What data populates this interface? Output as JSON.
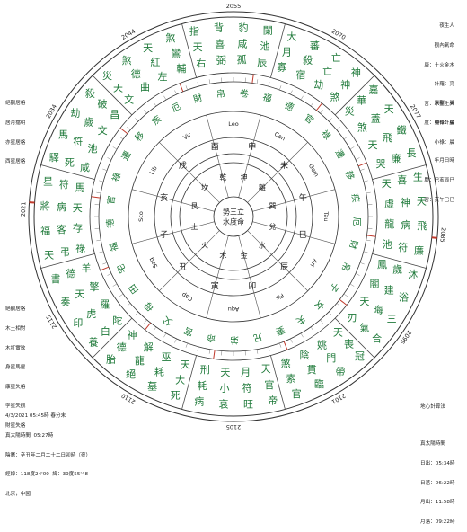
{
  "header_right": {
    "lines": [
      "夜生人",
      "觀內氣命",
      "康：土火金木",
      "計羅：亮",
      "宮：水星土火",
      "度：明合計星"
    ],
    "lines2": [
      "年月日時",
      "慶：巳亥辰巳",
      "宮：亥午巳巳"
    ]
  },
  "right_top_small": [
    "飛觀：晨",
    "疊祿：晨",
    "小祿：晨"
  ],
  "left_top": [
    "絕觀居格",
    "居月擋明",
    "亦星居格",
    "西星居格"
  ],
  "left_bottom": [
    "絕觀居格",
    "木土相對",
    "木打實軟",
    "身星馬居",
    "康星失格",
    "孛星失觀",
    "財星失格"
  ],
  "bottom_left": {
    "datetime": "4/3/2021 05:45時 春分末",
    "lines": [
      "真太陽時間  05:27時",
      "陰曆：辛丑年二月二十二日卯時（夜）",
      "經緯：118度24'00  緯：39度55'48",
      "北京，中國"
    ]
  },
  "bottom_right": {
    "title": "地心計算法",
    "subtitle": "真太陽時間",
    "rows": [
      "日出：05:34時",
      "日落：06:22時",
      "月出：11:58時",
      "月落：09:22時"
    ]
  },
  "years": [
    {
      "label": "2055",
      "angle": 0
    },
    {
      "label": "2070",
      "angle": 30
    },
    {
      "label": "2077",
      "angle": 60
    },
    {
      "label": "2085",
      "angle": 95
    },
    {
      "label": "2095",
      "angle": 125
    },
    {
      "label": "2101",
      "angle": 150
    },
    {
      "label": "2105",
      "angle": 180
    },
    {
      "label": "2110",
      "angle": 210
    },
    {
      "label": "2115",
      "angle": 240
    },
    {
      "label": "2021",
      "angle": 272
    },
    {
      "label": "2034",
      "angle": 300
    },
    {
      "label": "2044",
      "angle": 330
    }
  ],
  "outer_words": [
    "豹",
    "闌",
    "大",
    "蕃",
    "亡",
    "神",
    "嘉",
    "天",
    "鐵",
    "長",
    "生",
    "天",
    "飛",
    "廉",
    "沐",
    "浴",
    "三",
    "合",
    "冠",
    "帶",
    "臨",
    "官",
    "帝",
    "旺",
    "衰",
    "病",
    "死",
    "墓",
    "絕",
    "胎",
    "養",
    "印",
    "奏",
    "書",
    "天",
    "福",
    "將",
    "星",
    "驛",
    "馬",
    "劫",
    "殺",
    "災",
    "煞",
    "天",
    "煞",
    "指",
    "背",
    "咸",
    "池",
    "月",
    "殺",
    "亡",
    "神",
    "華",
    "蓋",
    "飛",
    "廉",
    "喜",
    "神",
    "病",
    "符",
    "歲",
    "建",
    "晦",
    "氣",
    "喪",
    "門",
    "貫",
    "索",
    "官",
    "符",
    "小",
    "耗",
    "大",
    "耗",
    "龍",
    "德",
    "白",
    "虎",
    "天",
    "德",
    "弔",
    "客",
    "病",
    "符",
    "死",
    "符",
    "歲",
    "破",
    "天",
    "德",
    "紅",
    "鸞",
    "天",
    "喜",
    "孤",
    "辰",
    "寡",
    "宿",
    "劫",
    "煞",
    "災",
    "煞",
    "天",
    "哭",
    "天",
    "虛",
    "龍",
    "池",
    "鳳",
    "閣",
    "天",
    "刃",
    "天",
    "姚",
    "陰",
    "煞",
    "天",
    "月",
    "天",
    "刑",
    "天",
    "巫",
    "解",
    "神",
    "陀",
    "羅",
    "擎",
    "羊",
    "祿",
    "存",
    "天",
    "馬",
    "咸",
    "池",
    "文",
    "昌",
    "文",
    "曲",
    "左",
    "輔",
    "右",
    "弼"
  ],
  "mid_words": [
    "卷",
    "福",
    "德",
    "官",
    "祿",
    "遷",
    "移",
    "疾",
    "厄",
    "財",
    "帛",
    "子",
    "女",
    "夫",
    "妻",
    "兄",
    "弟",
    "命",
    "宮",
    "父",
    "母",
    "田",
    "宅",
    "福",
    "德",
    "官",
    "祿",
    "遷",
    "移",
    "疾",
    "厄",
    "財",
    "帛"
  ],
  "signs": [
    "Leo",
    "Can",
    "Gem",
    "Tau",
    "Ari",
    "Pis",
    "Aqu",
    "Cap",
    "Sag",
    "Sco",
    "Lib",
    "Vir"
  ],
  "inner_cells": [
    "申",
    "未",
    "午",
    "巳",
    "辰",
    "卯",
    "寅",
    "丑",
    "子",
    "亥",
    "戌",
    "酉"
  ],
  "inner_labels": [
    "坤",
    "離",
    "巽",
    "兌",
    "水",
    "金",
    "木",
    "火",
    "土",
    "艮",
    "坎",
    "乾"
  ],
  "center": {
    "line1": "勢三立",
    "line2": "水度命"
  }
}
